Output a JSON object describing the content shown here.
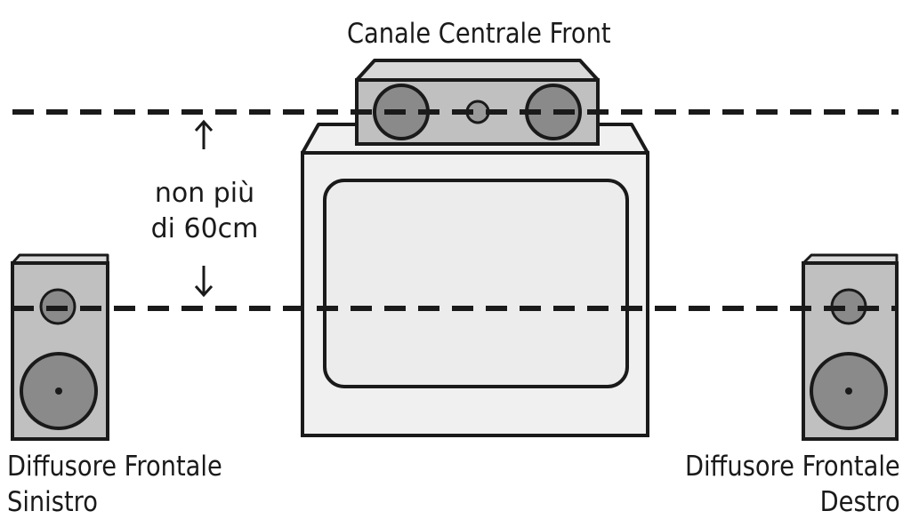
{
  "labels": {
    "center_channel": "Canale Centrale Front",
    "distance_line1": "non più",
    "distance_line2": "di 60cm",
    "left_line1": "Diffusore Frontale",
    "left_line2": "Sinistro",
    "right_line1": "Diffusore Frontale",
    "right_line2": "Destro"
  },
  "colors": {
    "outline": "#1a1a1a",
    "speaker_body": "#c8c8c8",
    "speaker_top": "#d8d8d8",
    "driver": "#8a8a8a",
    "tv_body": "#f0f0f0",
    "tv_screen": "#ececec"
  }
}
